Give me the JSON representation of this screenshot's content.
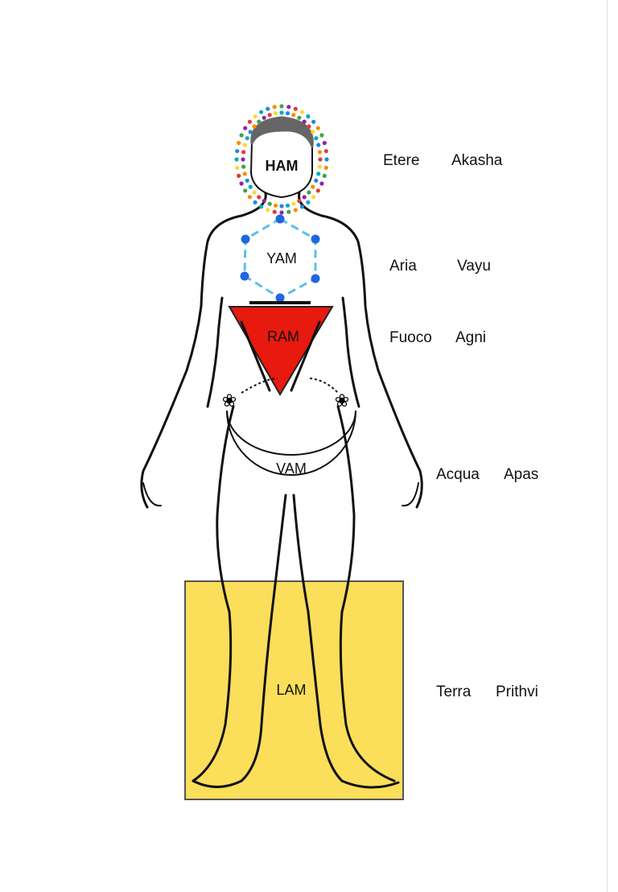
{
  "chakras": [
    {
      "mantra": "HAM",
      "element_it": "Etere",
      "element_sa": "Akasha"
    },
    {
      "mantra": "YAM",
      "element_it": "Aria",
      "element_sa": "Vayu"
    },
    {
      "mantra": "RAM",
      "element_it": "Fuoco",
      "element_sa": "Agni"
    },
    {
      "mantra": "VAM",
      "element_it": "Acqua",
      "element_sa": "Apas"
    },
    {
      "mantra": "LAM",
      "element_it": "Terra",
      "element_sa": "Prithvi"
    }
  ],
  "colors": {
    "fire": "#e8190f",
    "earth": "#fbde5a",
    "air_line": "#5bc0e8",
    "air_dot": "#1f66e0",
    "dot_palette": [
      "#e53935",
      "#43a047",
      "#1e88e5",
      "#fdd835",
      "#8e24aa",
      "#fb8c00",
      "#00acc1"
    ]
  }
}
